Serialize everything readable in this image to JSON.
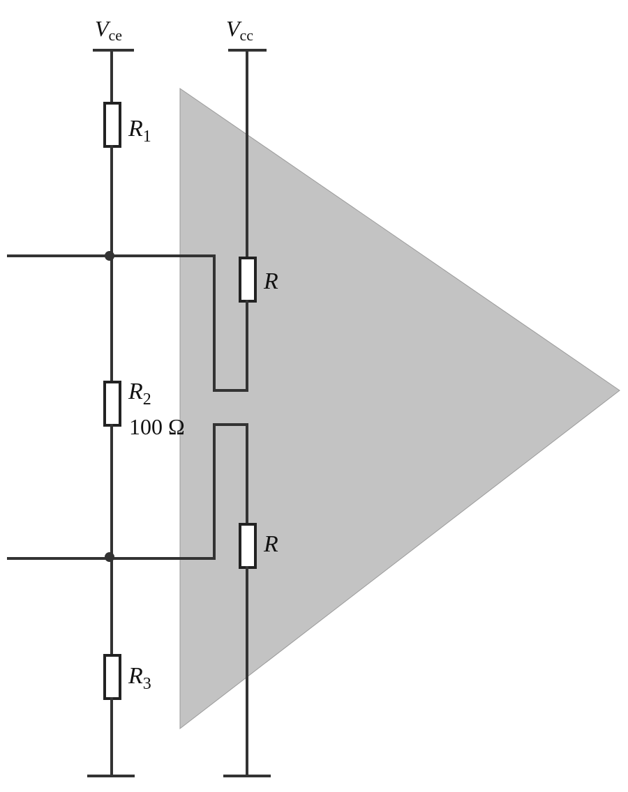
{
  "diagram": {
    "supply_left": {
      "symbol": "V",
      "subscript": "ce"
    },
    "supply_right": {
      "symbol": "V",
      "subscript": "cc"
    },
    "resistors": {
      "r1": {
        "symbol": "R",
        "subscript": "1"
      },
      "r2": {
        "symbol": "R",
        "subscript": "2",
        "value": "100 Ω"
      },
      "r3": {
        "symbol": "R",
        "subscript": "3"
      },
      "r_top": {
        "symbol": "R"
      },
      "r_bottom": {
        "symbol": "R"
      }
    },
    "colors": {
      "amplifier_fill": "#c3c3c3",
      "wire": "#333333"
    }
  }
}
